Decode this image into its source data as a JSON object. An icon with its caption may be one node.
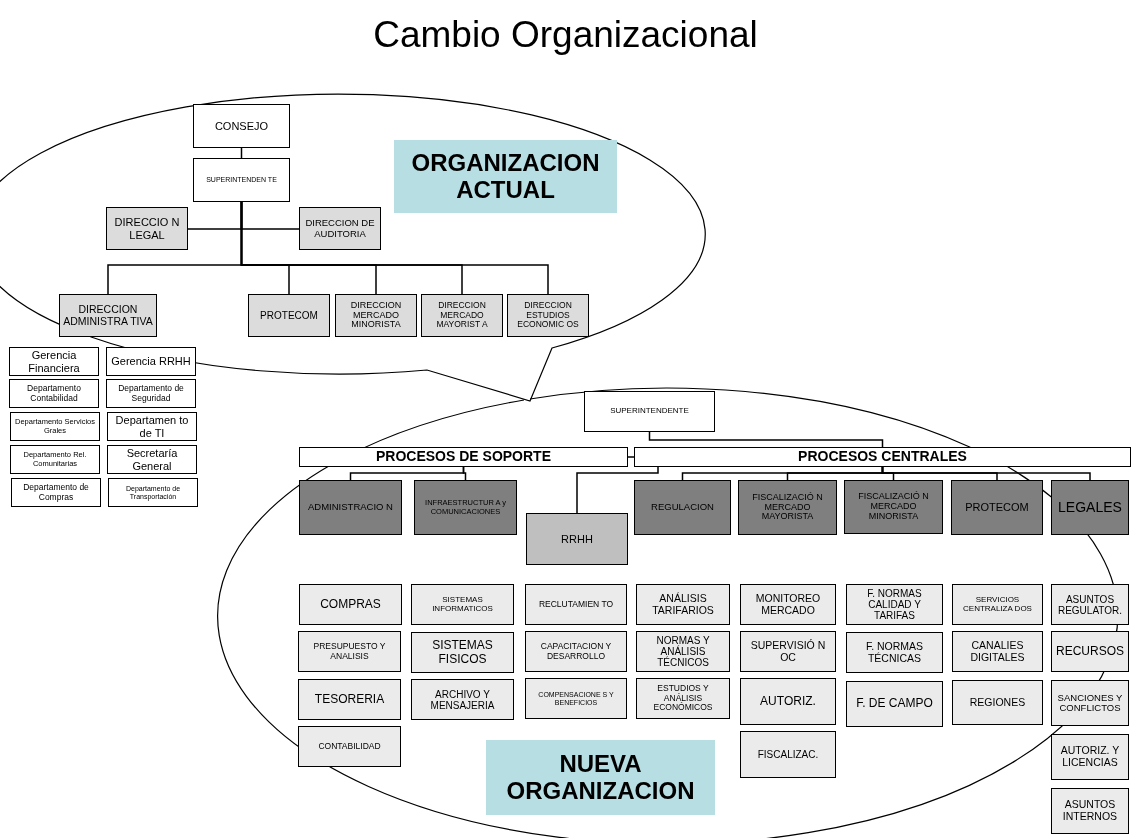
{
  "diagram": {
    "title": "Cambio Organizacional",
    "nodes": [
      {
        "text": [
          "CONSEJO"
        ]
      },
      {
        "text": [
          "SUPERINTENDEN TE"
        ]
      },
      {
        "text": [
          "ORGANIZACION ACTUAL"
        ]
      },
      {
        "text": [
          "DIRECCIO N LEGAL"
        ]
      },
      {
        "text": [
          "DIRECCION DE AUDITORIA"
        ]
      },
      {
        "text": [
          "DIRECCION ADMINISTRA TIVA"
        ]
      },
      {
        "text": [
          "PROTECOM"
        ]
      },
      {
        "text": [
          "DIRECCION MERCADO MINORISTA"
        ]
      },
      {
        "text": [
          "DIRECCION MERCADO MAYORIST A"
        ]
      },
      {
        "text": [
          "DIRECCION ESTUDIOS ECONOMIC OS"
        ]
      },
      {
        "text": [
          "Gerencia Financiera"
        ]
      },
      {
        "text": [
          "Gerencia RRHH"
        ]
      },
      {
        "text": [
          "Departamento Contabilidad"
        ]
      },
      {
        "text": [
          "Departamento de Seguridad"
        ]
      },
      {
        "text": [
          "Departamento Servicios Grales"
        ]
      },
      {
        "text": [
          "Departamen to de TI"
        ]
      },
      {
        "text": [
          "Departamento Rel. Comunitarias"
        ]
      },
      {
        "text": [
          "Secretaría General"
        ]
      },
      {
        "text": [
          "Departamento de Compras"
        ]
      },
      {
        "text": [
          "Departamento de Transportación"
        ]
      },
      {
        "text": [
          "SUPERINTENDENTE"
        ]
      },
      {
        "text": [
          "PROCESOS DE SOPORTE"
        ]
      },
      {
        "text": [
          "PROCESOS CENTRALES"
        ]
      },
      {
        "text": [
          "ADMINISTRACIO N"
        ]
      },
      {
        "text": [
          "INFRAESTRUCTUR A y COMUNICACIONES"
        ]
      },
      {
        "text": [
          "REGULACION"
        ]
      },
      {
        "text": [
          "FISCALIZACIÓ N MERCADO MAYORISTA"
        ]
      },
      {
        "text": [
          "FISCALIZACIÓ N MERCADO MINORISTA"
        ]
      },
      {
        "text": [
          "PROTECOM"
        ]
      },
      {
        "text": [
          "LEGALES"
        ]
      },
      {
        "text": [
          "RRHH"
        ]
      },
      {
        "text": [
          "COMPRAS"
        ]
      },
      {
        "text": [
          "SISTEMAS INFORMATICOS"
        ]
      },
      {
        "text": [
          "RECLUTAMIEN TO"
        ]
      },
      {
        "text": [
          "ANÁLISIS TARIFARIOS"
        ]
      },
      {
        "text": [
          "MONITOREO MERCADO"
        ]
      },
      {
        "text": [
          "F. NORMAS CALIDAD Y TARIFAS"
        ]
      },
      {
        "text": [
          "SERVICIOS CENTRALIZA DOS"
        ]
      },
      {
        "text": [
          "ASUNTOS REGULATOR."
        ]
      },
      {
        "text": [
          "PRESUPUESTO Y ANALISIS"
        ]
      },
      {
        "text": [
          "SISTEMAS FISICOS"
        ]
      },
      {
        "text": [
          "CAPACITACION Y DESARROLLO"
        ]
      },
      {
        "text": [
          "NORMAS Y ANÁLISIS TÉCNICOS"
        ]
      },
      {
        "text": [
          "SUPERVISIÓ N OC"
        ]
      },
      {
        "text": [
          "F. NORMAS TÉCNICAS"
        ]
      },
      {
        "text": [
          "CANALIES DIGITALES"
        ]
      },
      {
        "text": [
          "RECURSOS"
        ]
      },
      {
        "text": [
          "TESORERIA"
        ]
      },
      {
        "text": [
          "ARCHIVO Y MENSAJERIA"
        ]
      },
      {
        "text": [
          "COMPENSACIONE S Y BENEFICIOS"
        ]
      },
      {
        "text": [
          "ESTUDIOS Y ANÁLISIS ECONÓMICOS"
        ]
      },
      {
        "text": [
          "AUTORIZ."
        ]
      },
      {
        "text": [
          "F. DE CAMPO"
        ]
      },
      {
        "text": [
          "REGIONES"
        ]
      },
      {
        "text": [
          "SANCIONES Y CONFLICTOS"
        ]
      },
      {
        "text": [
          "CONTABILIDAD"
        ]
      },
      {
        "text": [
          "FISCALIZAC."
        ]
      },
      {
        "text": [
          "AUTORIZ. Y LICENCIAS"
        ]
      },
      {
        "text": [
          "NUEVA ORGANIZACION"
        ]
      },
      {
        "text": [
          "ASUNTOS INTERNOS"
        ]
      }
    ],
    "edges": [
      {
        "from": 0,
        "to": 1,
        "arrow": "none"
      },
      {
        "from": 1,
        "to": 3,
        "arrow": "none"
      },
      {
        "from": 1,
        "to": 4,
        "arrow": "none"
      },
      {
        "from": 1,
        "to": 5,
        "arrow": "none"
      },
      {
        "from": 1,
        "to": 6,
        "arrow": "none"
      },
      {
        "from": 1,
        "to": 7,
        "arrow": "none"
      },
      {
        "from": 1,
        "to": 8,
        "arrow": "none"
      },
      {
        "from": 1,
        "to": 9,
        "arrow": "none"
      },
      {
        "from": 20,
        "to": 22,
        "arrow": "none"
      },
      {
        "from": 21,
        "to": 22,
        "arrow": "none"
      },
      {
        "from": 22,
        "to": 30,
        "arrow": "none"
      },
      {
        "from": 21,
        "to": 23,
        "arrow": "none"
      },
      {
        "from": 21,
        "to": 24,
        "arrow": "none"
      },
      {
        "from": 22,
        "to": 25,
        "arrow": "none"
      },
      {
        "from": 22,
        "to": 26,
        "arrow": "none"
      },
      {
        "from": 22,
        "to": 27,
        "arrow": "none"
      },
      {
        "from": 22,
        "to": 28,
        "arrow": "none"
      },
      {
        "from": 22,
        "to": 29,
        "arrow": "none"
      }
    ]
  }
}
